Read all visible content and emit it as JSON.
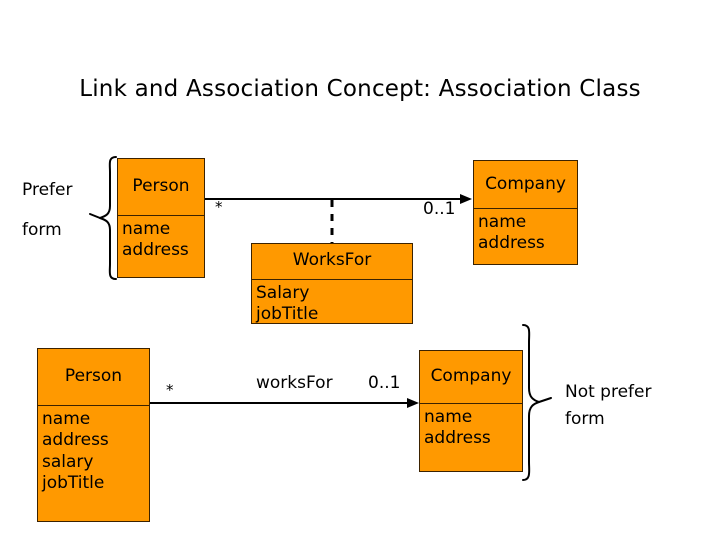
{
  "slide": {
    "title": "Link and Association Concept: Association Class",
    "background_color": "#FFFFFF"
  },
  "palette": {
    "class_fill": "#FF9900",
    "class_border": "#3B2200",
    "line_color": "#000000",
    "text_color": "#000000"
  },
  "diagrams": {
    "preferred": {
      "annotation": {
        "line1": "Prefer",
        "line2": "form",
        "brace_icon": "curly-brace-right"
      },
      "classes": {
        "person": {
          "name": "Person",
          "attributes": [
            "name",
            "address"
          ]
        },
        "company": {
          "name": "Company",
          "attributes": [
            "name",
            "address"
          ]
        },
        "association_class": {
          "name": "WorksFor",
          "attributes": [
            "Salary",
            "jobTitle"
          ]
        }
      },
      "association": {
        "source_multiplicity": "*",
        "target_multiplicity": "0..1",
        "connector": "solid-line-with-arrowhead",
        "association_class_link": "dashed-line"
      }
    },
    "not_preferred": {
      "annotation": {
        "line1": "Not prefer",
        "line2": "form",
        "brace_icon": "curly-brace-left"
      },
      "classes": {
        "person": {
          "name": "Person",
          "attributes": [
            "name",
            "address",
            "salary",
            "jobTitle"
          ]
        },
        "company": {
          "name": "Company",
          "attributes": [
            "name",
            "address"
          ]
        }
      },
      "association": {
        "label": "worksFor",
        "source_multiplicity": "*",
        "target_multiplicity": "0..1",
        "connector": "solid-line-with-arrowhead"
      }
    }
  }
}
